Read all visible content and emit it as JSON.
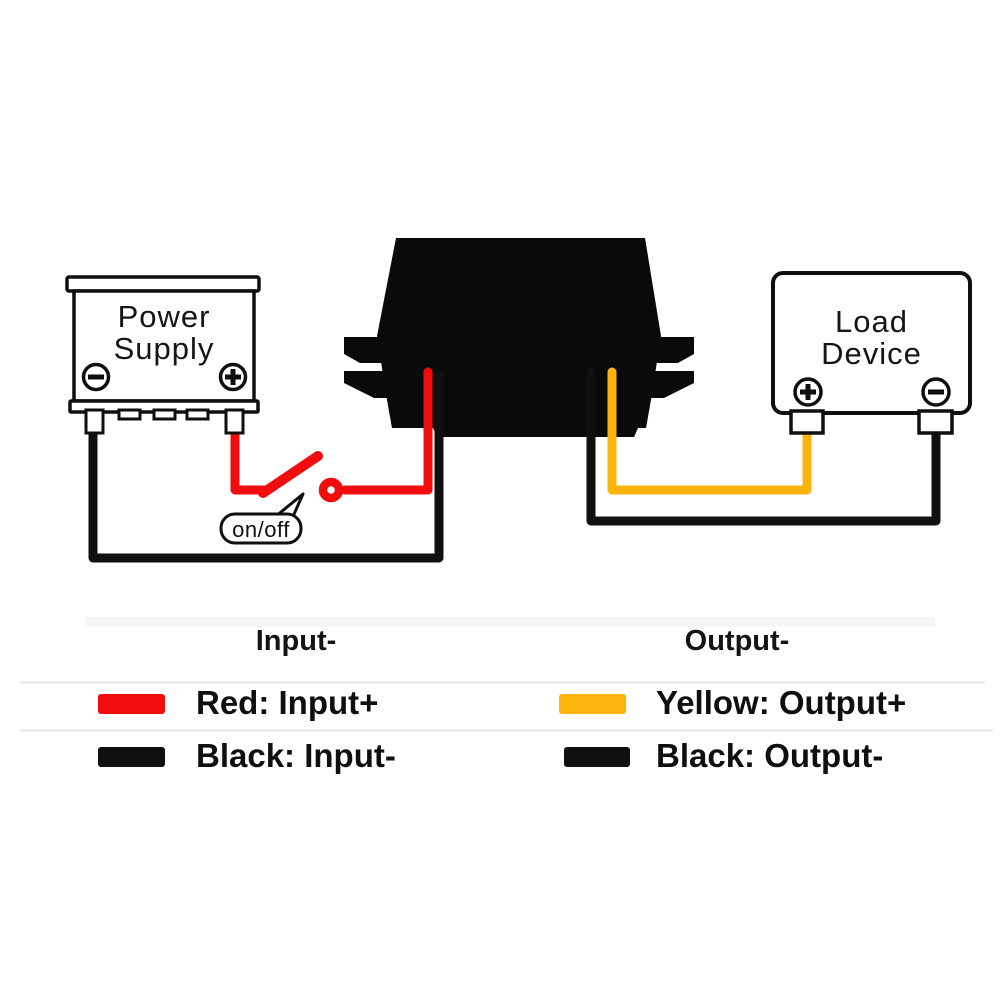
{
  "diagram": {
    "power_supply": {
      "line1": "Power",
      "line2": "Supply"
    },
    "load_device": {
      "line1": "Load",
      "line2": "Device"
    },
    "switch": {
      "label": "on/off"
    },
    "wire_labels": {
      "input_minus": "Input-",
      "output_minus": "Output-"
    },
    "legend": {
      "rows": [
        {
          "color": "#f10d0d",
          "label": "Red: Input+"
        },
        {
          "color": "#101010",
          "label": "Black: Input-"
        },
        {
          "color": "#fbb40c",
          "label": "Yellow: Output+"
        },
        {
          "color": "#101010",
          "label": "Black: Output-"
        }
      ]
    },
    "wire_colors": {
      "red": "#f10d0d",
      "yellow": "#fbb40c",
      "black": "#101010"
    }
  }
}
